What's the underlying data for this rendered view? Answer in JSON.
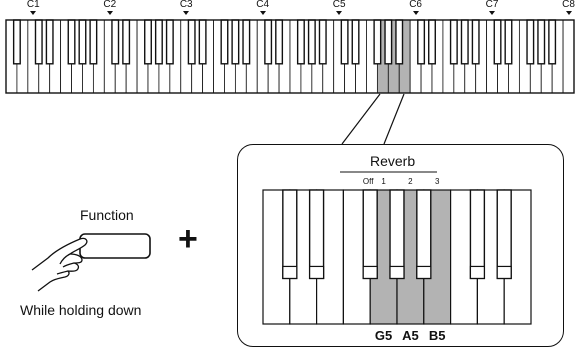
{
  "keyboard": {
    "octave_labels": [
      "C1",
      "C2",
      "C3",
      "C4",
      "C5",
      "C6",
      "C7",
      "C8"
    ],
    "white_key_count": 52,
    "highlighted_notes": [
      "G5",
      "A5",
      "B5"
    ]
  },
  "function_button": {
    "label": "Function"
  },
  "plus_sign": "+",
  "hold_caption": "While holding down",
  "reverb_panel": {
    "title": "Reverb",
    "settings": [
      "Off",
      "1",
      "2",
      "3"
    ],
    "note_labels": [
      "G5",
      "A5",
      "B5"
    ]
  },
  "colors": {
    "highlight": "#b3b3b3",
    "line": "#111111",
    "key": "#ffffff"
  },
  "icons": [
    "finger-press-icon",
    "octave-marker-icon"
  ]
}
